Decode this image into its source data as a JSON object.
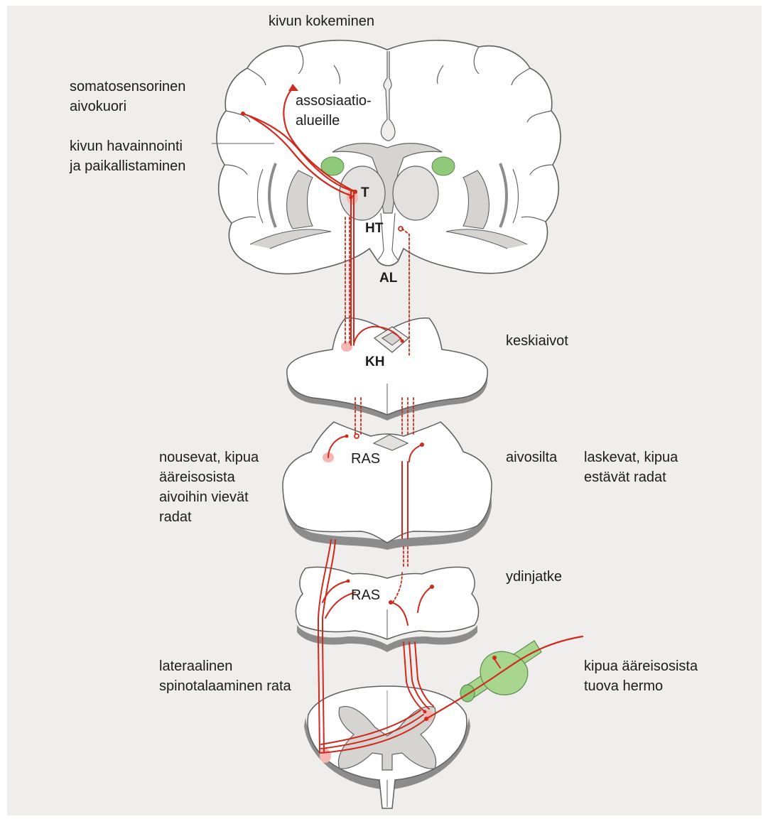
{
  "colors": {
    "background": "#efeeec",
    "tissue": "#ffffff",
    "tissue_edge": "#5f5f5f",
    "shadow": "#8c8c8c",
    "grey_matter": "#d6d4d1",
    "nucleus": "#e2e1df",
    "highlight_green": "#8fca7a",
    "nerve_green": "#a9d68f",
    "pathway_red": "#cf2a1d",
    "pathway_glow": "#f5b7b0"
  },
  "labels": {
    "pain_experience": "kivun kokeminen",
    "somatosensory_cortex": "somatosensorinen\naivokuori",
    "association_areas": "assosiaatio-\nalueille",
    "pain_perception": "kivun havainnointi\nja paikallistaminen",
    "thalamus": "T",
    "hypothalamus": "HT",
    "al": "AL",
    "midbrain": "keskiaivot",
    "kh": "KH",
    "ascending_tracts": "nousevat, kipua\nääreisosista\naivoihin vievät\nradat",
    "ras_pons": "RAS",
    "pons": "aivosilta",
    "descending_tracts": "laskevat, kipua\nestävät radat",
    "medulla": "ydinjatke",
    "ras_medulla": "RAS",
    "lateral_tract": "lateraalinen\nspinotalaaminen rata",
    "peripheral_nerve": "kipua ääreisosista\ntuova hermo"
  }
}
